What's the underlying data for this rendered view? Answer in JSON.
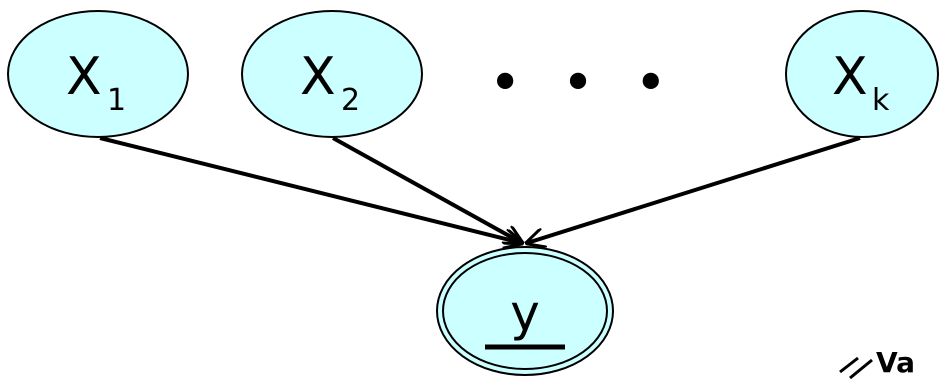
{
  "colors": {
    "node_fill": "#ccffff",
    "stroke": "#000000",
    "background": "#ffffff"
  },
  "nodes": {
    "x1": {
      "letter": "X",
      "subscript": "1"
    },
    "x2": {
      "letter": "X",
      "subscript": "2"
    },
    "xk": {
      "letter": "X",
      "subscript": "k"
    },
    "y": {
      "label": "y"
    }
  },
  "ellipsis": "• • •",
  "partial_text": "Va"
}
